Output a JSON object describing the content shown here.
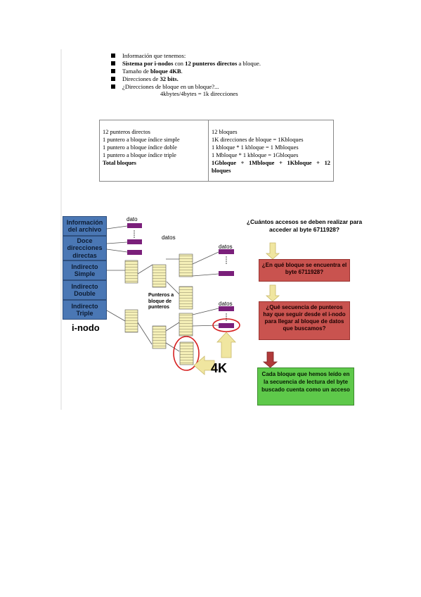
{
  "bullets": [
    {
      "parts": [
        {
          "t": "Información que tenemos:",
          "b": false
        }
      ]
    },
    {
      "parts": [
        {
          "t": "Sistema por i-nodos",
          "b": true
        },
        {
          "t": " con ",
          "b": false
        },
        {
          "t": "12 punteros directos",
          "b": true
        },
        {
          "t": " a bloque.",
          "b": false
        }
      ]
    },
    {
      "parts": [
        {
          "t": "Tamaño de ",
          "b": false
        },
        {
          "t": "bloque 4KB",
          "b": true
        },
        {
          "t": ".",
          "b": false
        }
      ]
    },
    {
      "parts": [
        {
          "t": "Direcciones de ",
          "b": false
        },
        {
          "t": "32 bits.",
          "b": true
        }
      ]
    },
    {
      "parts": [
        {
          "t": "¿Direcciones de bloque en un bloque?...",
          "b": false
        }
      ]
    }
  ],
  "calc_line": "4kbytes/4bytes = 1k direcciones",
  "summary": {
    "left": [
      "12 punteros directos",
      "1 puntero a bloque índice simple",
      "1 puntero a bloque índice doble",
      "1 puntero a bloque índice triple"
    ],
    "left_total": "Total bloques",
    "right": [
      "12 bloques",
      "1K direcciones de bloque = 1Kbloques",
      "1 kbloque * 1 kbloque = 1 Mbloques",
      " 1 Mbloque * 1 kbloque = 1Gbloques"
    ],
    "right_total": "1Gbloque  +  1Mbloque  +  1Kbloque  +  12 bloques"
  },
  "inode": {
    "boxes": [
      "Información del archivo",
      "Doce direcciones directas",
      "Indirecto Simple",
      "Indirecto Double",
      "Indirecto Triple"
    ],
    "label": "i-nodo"
  },
  "labels": {
    "dato": "dato",
    "datos1": "datos",
    "datos2": "datos",
    "datos3": "datos",
    "punteros": "Punteros a bloque de punteros",
    "size": "4K"
  },
  "question": "¿Cuántos accesos se deben realizar para acceder al byte 6711928?",
  "red_boxes": [
    "¿En qué bloque se encuentra el byte 6711928?",
    "¿Qué secuencia de punteros hay que seguir desde el i-nodo para llegar al bloque de datos que buscamos?"
  ],
  "green_box": "Cada bloque que hemos leído en la secuencia de lectura del byte buscado cuenta como un acceso",
  "colors": {
    "inode": "#4a77b4",
    "data": "#7a1f7a",
    "index": "#f5f0b8",
    "red": "#c9534f",
    "green": "#5ec94a",
    "arrow_up": "#f0e6a0",
    "circle": "#d62020"
  }
}
